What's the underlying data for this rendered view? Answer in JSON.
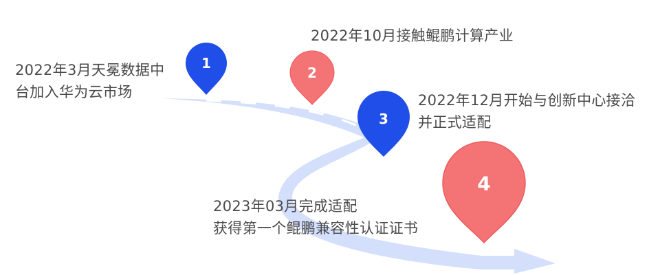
{
  "colors": {
    "blue_pin": "#1f4ee8",
    "red_pin": "#f47375",
    "red_pin_stroke": "#ea5b5e",
    "road": "#d3dffb",
    "road_dash": "#ffffff",
    "text": "#4a4a4a"
  },
  "milestones": [
    {
      "number": "1",
      "color": "blue",
      "lines": [
        "2022年3月天冕数据中",
        "台加入华为云市场"
      ]
    },
    {
      "number": "2",
      "color": "red",
      "lines": [
        "2022年10月接触鲲鹏计算产业"
      ]
    },
    {
      "number": "3",
      "color": "blue",
      "lines": [
        "2022年12月开始与创新中心接洽",
        "并正式适配"
      ]
    },
    {
      "number": "4",
      "color": "red",
      "lines": [
        "2023年03月完成适配",
        "获得第一个鲲鹏兼容性认证证书"
      ]
    }
  ]
}
